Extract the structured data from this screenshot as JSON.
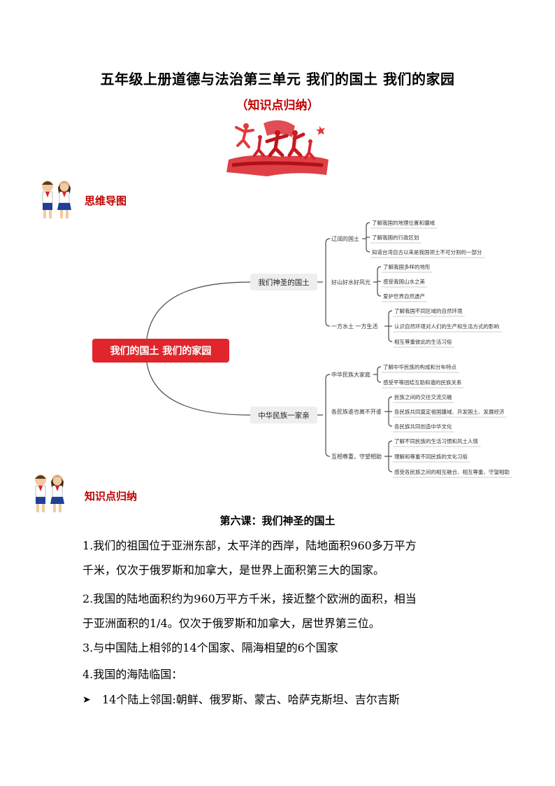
{
  "header": {
    "title": "五年级上册道德与法治第三单元  我们的国土 我们的家园",
    "subtitle": "（知识点归纳）"
  },
  "sections": {
    "mindmap_label": "思维导图",
    "knowledge_label": "知识点归纳"
  },
  "mindmap": {
    "root": "我们的国土 我们的家园",
    "branches": [
      {
        "label": "我们神圣的国土",
        "children": [
          {
            "label": "辽阔的国土",
            "items": [
              "了解我国的地理位置和疆域",
              "了解我国的行政区划",
              "知道台湾自古以来是我国领土不可分割的一部分"
            ]
          },
          {
            "label": "好山好水好风光",
            "items": [
              "了解我国多样的地形",
              "感受我国山水之美",
              "爱护世界自然遗产"
            ]
          },
          {
            "label": "一方水土 一方生活",
            "items": [
              "了解我国不同区域的自然环境",
              "认识自然环境对人们的生产和生活方式的影响",
              "相互尊重彼此的生活习俗"
            ]
          }
        ]
      },
      {
        "label": "中华民族一家亲",
        "children": [
          {
            "label": "中华民族大家庭",
            "items": [
              "了解中华民族的构成和分布特点",
              "感受平等团结互助和谐的民族关系"
            ]
          },
          {
            "label": "各民族谁也离不开谁",
            "items": [
              "民族之间的交往交流交融",
              "各民族共同奠定祖国疆域、开发国土、发展经济",
              "各民族共同创造中华文化"
            ]
          },
          {
            "label": "互相尊重，守望相助",
            "items": [
              "了解不同民族的生活习惯和风土人情",
              "理解和尊重不同民族的文化习俗",
              "感受各民族之间的相互融合、相互尊重、守望相助"
            ]
          }
        ]
      }
    ]
  },
  "lesson": {
    "title": "第六课：我们神圣的国土",
    "lines": [
      "1.我们的祖国位于亚洲东部，太平洋的西岸，陆地面积960多万平方",
      "千米，仅次于俄罗斯和加拿大，是世界上面积第三大的国家。",
      "2.我国的陆地面积约为960万平方千米，接近整个欧洲的面积，相当",
      "于亚洲面积的1/4。仅次于俄罗斯和加拿大，居世界第三位。",
      "3.与中国陆上相邻的14个国家、隔海相望的6个国家",
      "4.我国的海陆临国："
    ],
    "bullet_text": "14个陆上邻国:朝鲜、俄罗斯、蒙古、哈萨克斯坦、吉尔吉斯",
    "bullet_icon": "arrow-bullet-icon"
  },
  "colors": {
    "accent_red": "#c00000",
    "root_red": "#e0262c",
    "line": "#4a4a4a"
  }
}
